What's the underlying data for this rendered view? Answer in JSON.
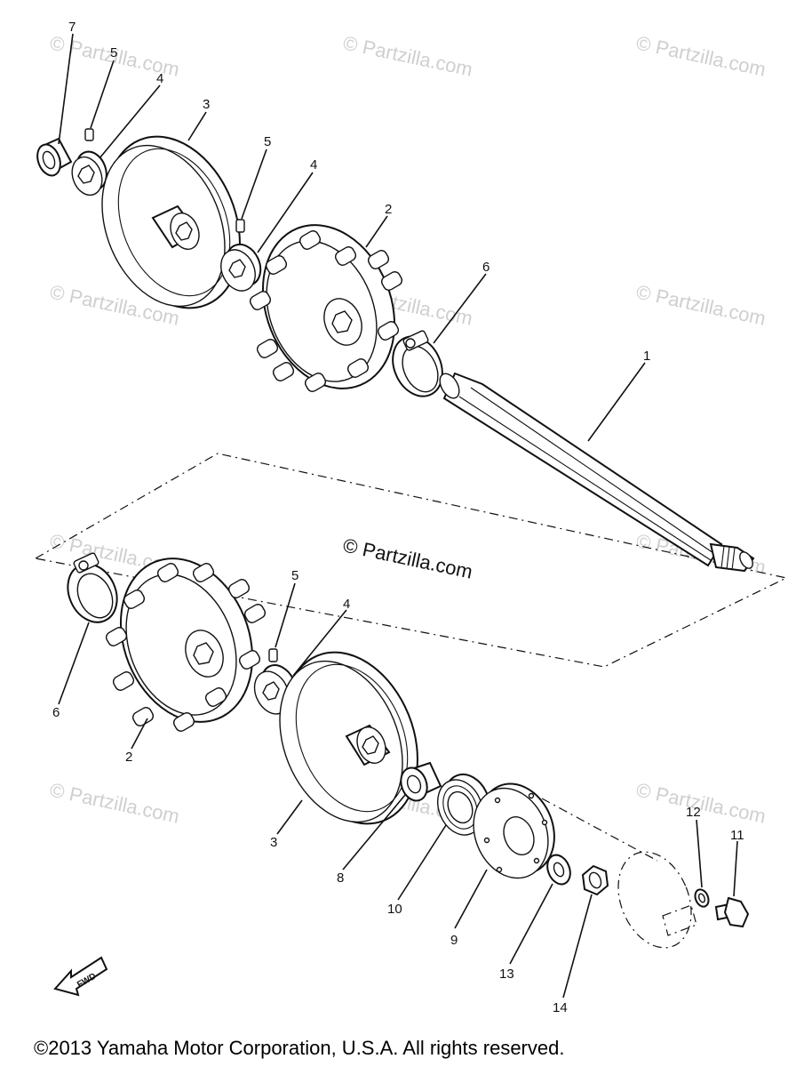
{
  "watermark": "© Partzilla.com",
  "copyright": "©2013 Yamaha Motor Corporation, U.S.A. All rights reserved.",
  "fwd_label": "FWD",
  "callouts": {
    "c1": "1",
    "c2a": "2",
    "c2b": "2",
    "c3a": "3",
    "c3b": "3",
    "c4a": "4",
    "c4b": "4",
    "c4c": "4",
    "c5a": "5",
    "c5b": "5",
    "c5c": "5",
    "c6a": "6",
    "c6b": "6",
    "c7": "7",
    "c8": "8",
    "c9": "9",
    "c10": "10",
    "c11": "11",
    "c12": "12",
    "c13": "13",
    "c14": "14"
  }
}
